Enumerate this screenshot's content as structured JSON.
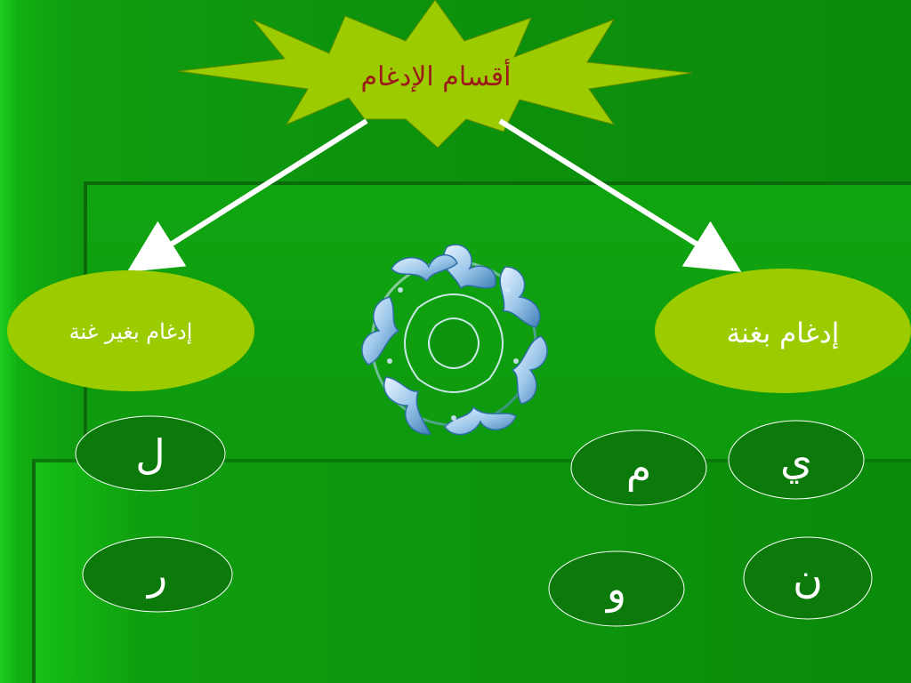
{
  "title": "أقسام الإدغام",
  "branches": {
    "with_ghunnah": {
      "label": "إدغام بغنة",
      "letters": [
        "ي",
        "م",
        "ن",
        "و"
      ]
    },
    "without_ghunnah": {
      "label": "إدغام بغير غنة",
      "letters": [
        "ل",
        "ر"
      ]
    }
  },
  "colors": {
    "background": "#0d930d",
    "star_fill": "#9ccc00",
    "branch_oval_fill": "#9ccc00",
    "letter_oval_fill": "#0b7a0b",
    "title_text": "#9b1a1a",
    "arrow": "#ffffff"
  },
  "decoration": {
    "center_ornament": "calligraphy-medallion"
  }
}
